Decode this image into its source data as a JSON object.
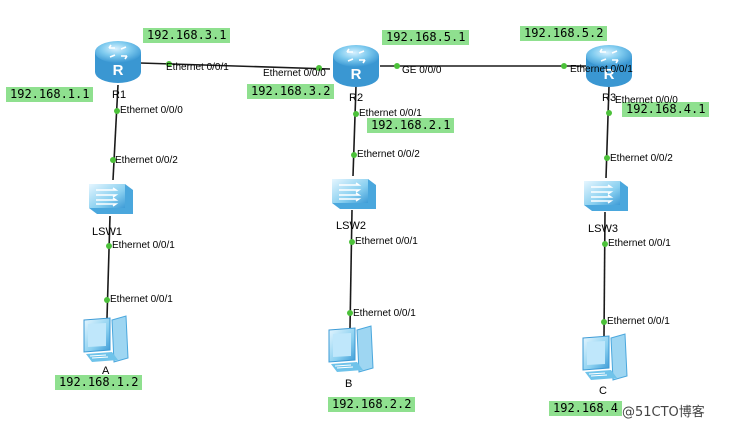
{
  "devices": {
    "r1": {
      "name": "R1",
      "letter": "R"
    },
    "r2": {
      "name": "R2",
      "letter": "R"
    },
    "r3": {
      "name": "R3",
      "letter": "R"
    },
    "lsw1": {
      "name": "LSW1"
    },
    "lsw2": {
      "name": "LSW2"
    },
    "lsw3": {
      "name": "LSW3"
    },
    "pca": {
      "name": "A"
    },
    "pcb": {
      "name": "B"
    },
    "pcc": {
      "name": "C"
    }
  },
  "ports": {
    "r1_e001": "Ethernet 0/0/1",
    "r1_e000": "Ethernet 0/0/0",
    "r2_e000": "Ethernet 0/0/0",
    "r2_ge000": "GE 0/0/0",
    "r2_e001": "Ethernet 0/0/1",
    "r3_e001": "Ethernet 0/0/1",
    "r3_e000": "Ethernet 0/0/0",
    "lsw1_e002": "Ethernet 0/0/2",
    "lsw1_e001": "Ethernet 0/0/1",
    "pca_e001": "Ethernet 0/0/1",
    "lsw2_e002": "Ethernet 0/0/2",
    "lsw2_e001": "Ethernet 0/0/1",
    "pcb_e001": "Ethernet 0/0/1",
    "lsw3_e002": "Ethernet 0/0/2",
    "lsw3_e001": "Ethernet 0/0/1",
    "pcc_e001": "Ethernet 0/0/1"
  },
  "ips": {
    "r1_e001": "192.168.3.1",
    "r1_e000": "192.168.1.1",
    "r2_e000": "192.168.3.2",
    "r2_ge000": "192.168.5.1",
    "r2_e001": "192.168.2.1",
    "r3_e001": "192.168.5.2",
    "r3_e000": "192.168.4.1",
    "pca": "192.168.1.2",
    "pcb": "192.168.2.2",
    "pcc": "192.168.4"
  },
  "watermark": "@51CTO博客",
  "colors": {
    "ip_label_bg": "#8fe08f",
    "link": "#1a1a1a",
    "port_dot": "#4cc13a",
    "device_blue": "#6fc3ea"
  }
}
